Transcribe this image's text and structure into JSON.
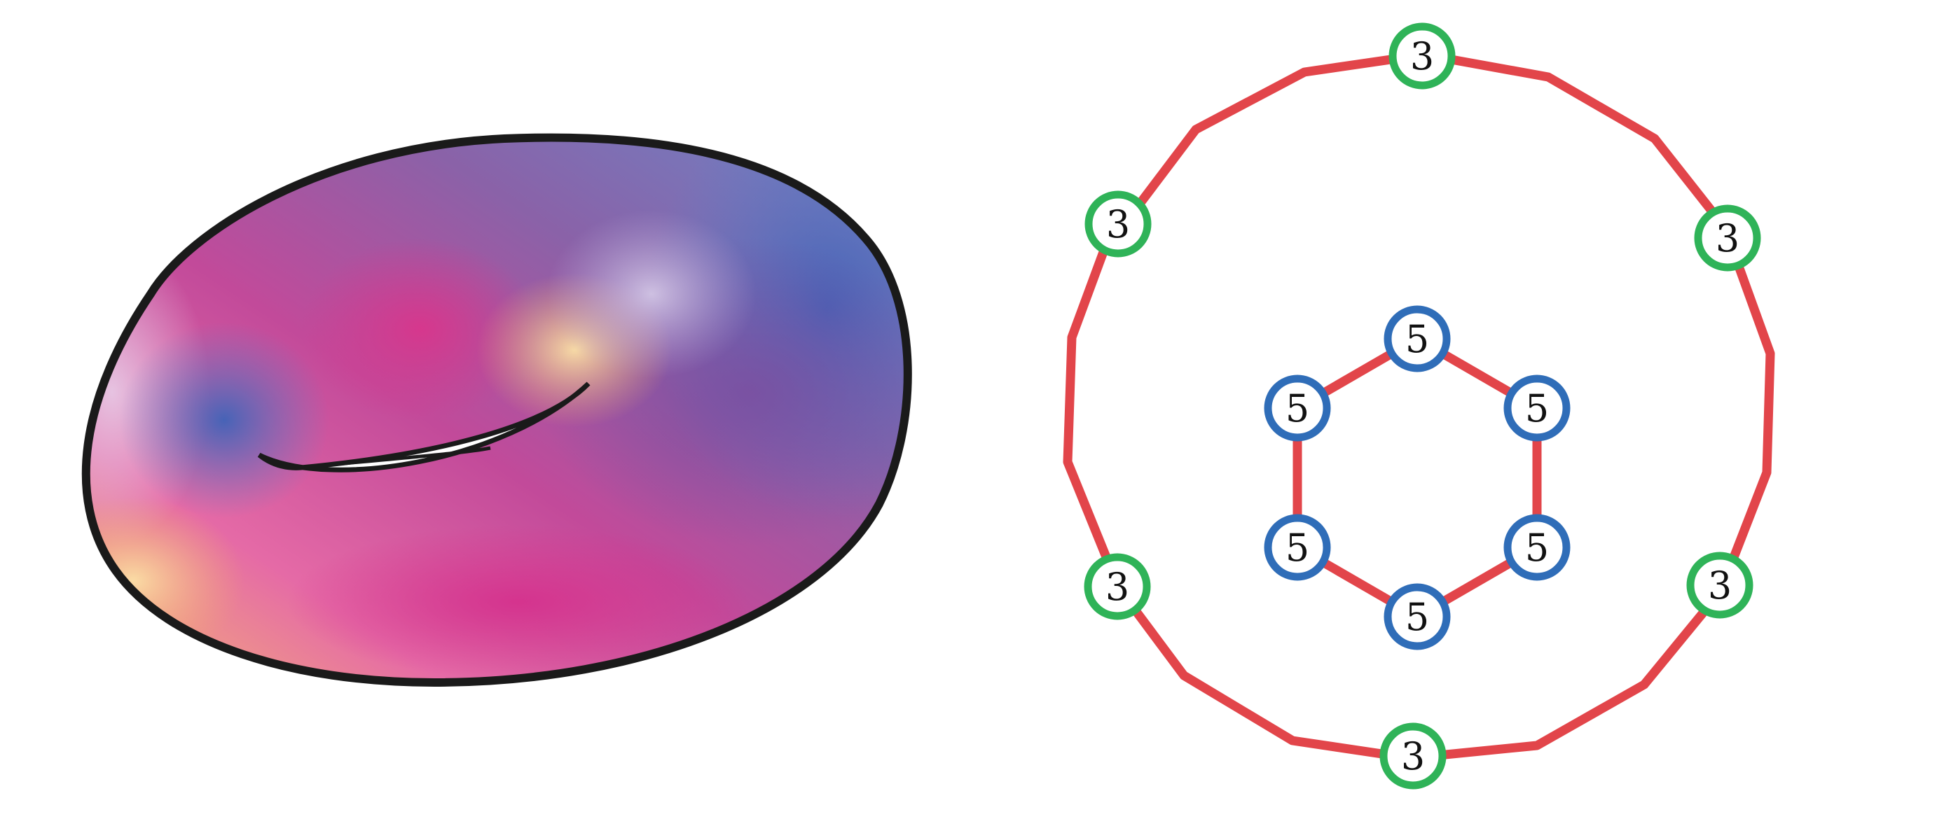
{
  "figure": {
    "torus": {
      "surface_colors": [
        "#e8a9c8",
        "#d83a8e",
        "#f5b774",
        "#6b85c7",
        "#8f5aa5",
        "#c4b6dc"
      ],
      "outline_color": "#1a1a1a"
    },
    "graph": {
      "edge_color": "#e2454a",
      "outer_ring": {
        "node_color": "#2fb358",
        "nodes": [
          {
            "label": "3"
          },
          {
            "label": "3"
          },
          {
            "label": "3"
          },
          {
            "label": "3"
          },
          {
            "label": "3"
          },
          {
            "label": "3"
          }
        ]
      },
      "inner_ring": {
        "node_color": "#2f6db8",
        "nodes": [
          {
            "label": "5"
          },
          {
            "label": "5"
          },
          {
            "label": "5"
          },
          {
            "label": "5"
          },
          {
            "label": "5"
          },
          {
            "label": "5"
          }
        ]
      }
    }
  }
}
